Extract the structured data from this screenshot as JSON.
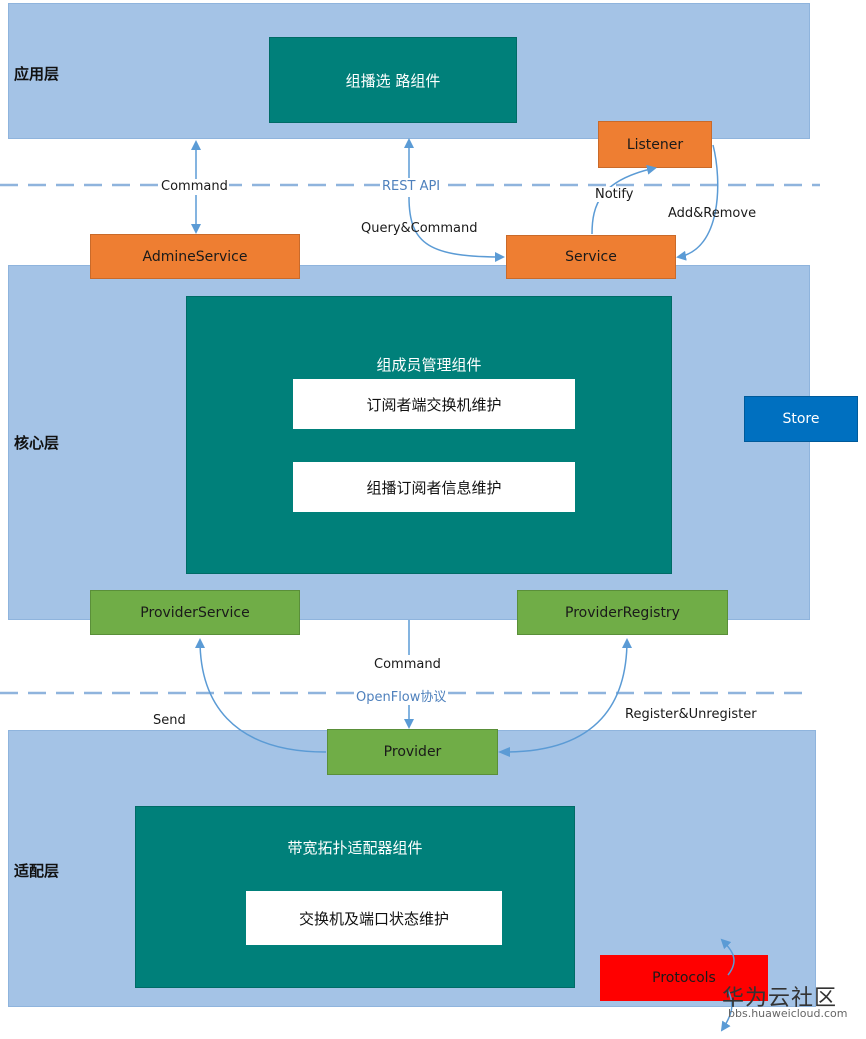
{
  "layers": {
    "app": "应用层",
    "core": "核心层",
    "adapter": "适配层"
  },
  "components": {
    "multicast_routing": "组播选 路组件",
    "member_mgmt": "组成员管理组件",
    "subscriber_switch": "订阅者端交换机维护",
    "subscriber_info": "组播订阅者信息维护",
    "bandwidth_topo": "带宽拓扑适配器组件",
    "switch_port": "交换机及端口状态维护"
  },
  "boxes": {
    "listener": "Listener",
    "admin_service": "AdmineService",
    "service": "Service",
    "store": "Store",
    "provider_service": "ProviderService",
    "provider_registry": "ProviderRegistry",
    "provider": "Provider",
    "protocols": "Protocols"
  },
  "labels": {
    "command_top": "Command",
    "rest_api": "REST API",
    "query_command": "Query&Command",
    "notify": "Notify",
    "add_remove": "Add&Remove",
    "command_bottom": "Command",
    "openflow": "OpenFlow协议",
    "send": "Send",
    "register": "Register&Unregister"
  },
  "watermark": {
    "brand": "华为云社区",
    "url": "bbs.huaweicloud.com"
  },
  "colors": {
    "layer": "#a4c3e6",
    "teal": "#00807a",
    "orange": "#ee7e32",
    "green": "#70ad47",
    "store": "#0070c0",
    "protocols": "#ff0000",
    "arrow": "#5b9bd5"
  }
}
